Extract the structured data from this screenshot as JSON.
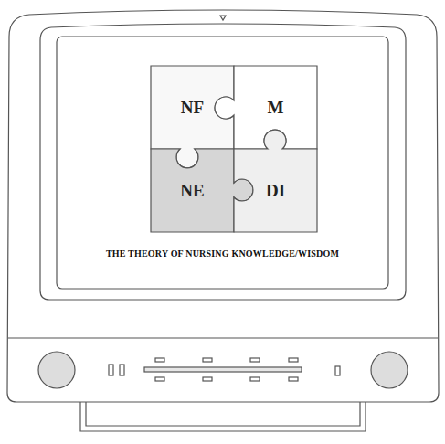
{
  "diagram": {
    "title": "THE THEORY OF NURSING KNOWLEDGE/WISDOM",
    "nodes": [
      {
        "text": [
          "NF"
        ]
      },
      {
        "text": [
          "M"
        ]
      },
      {
        "text": [
          "NE"
        ]
      },
      {
        "text": [
          "DI"
        ]
      }
    ]
  }
}
